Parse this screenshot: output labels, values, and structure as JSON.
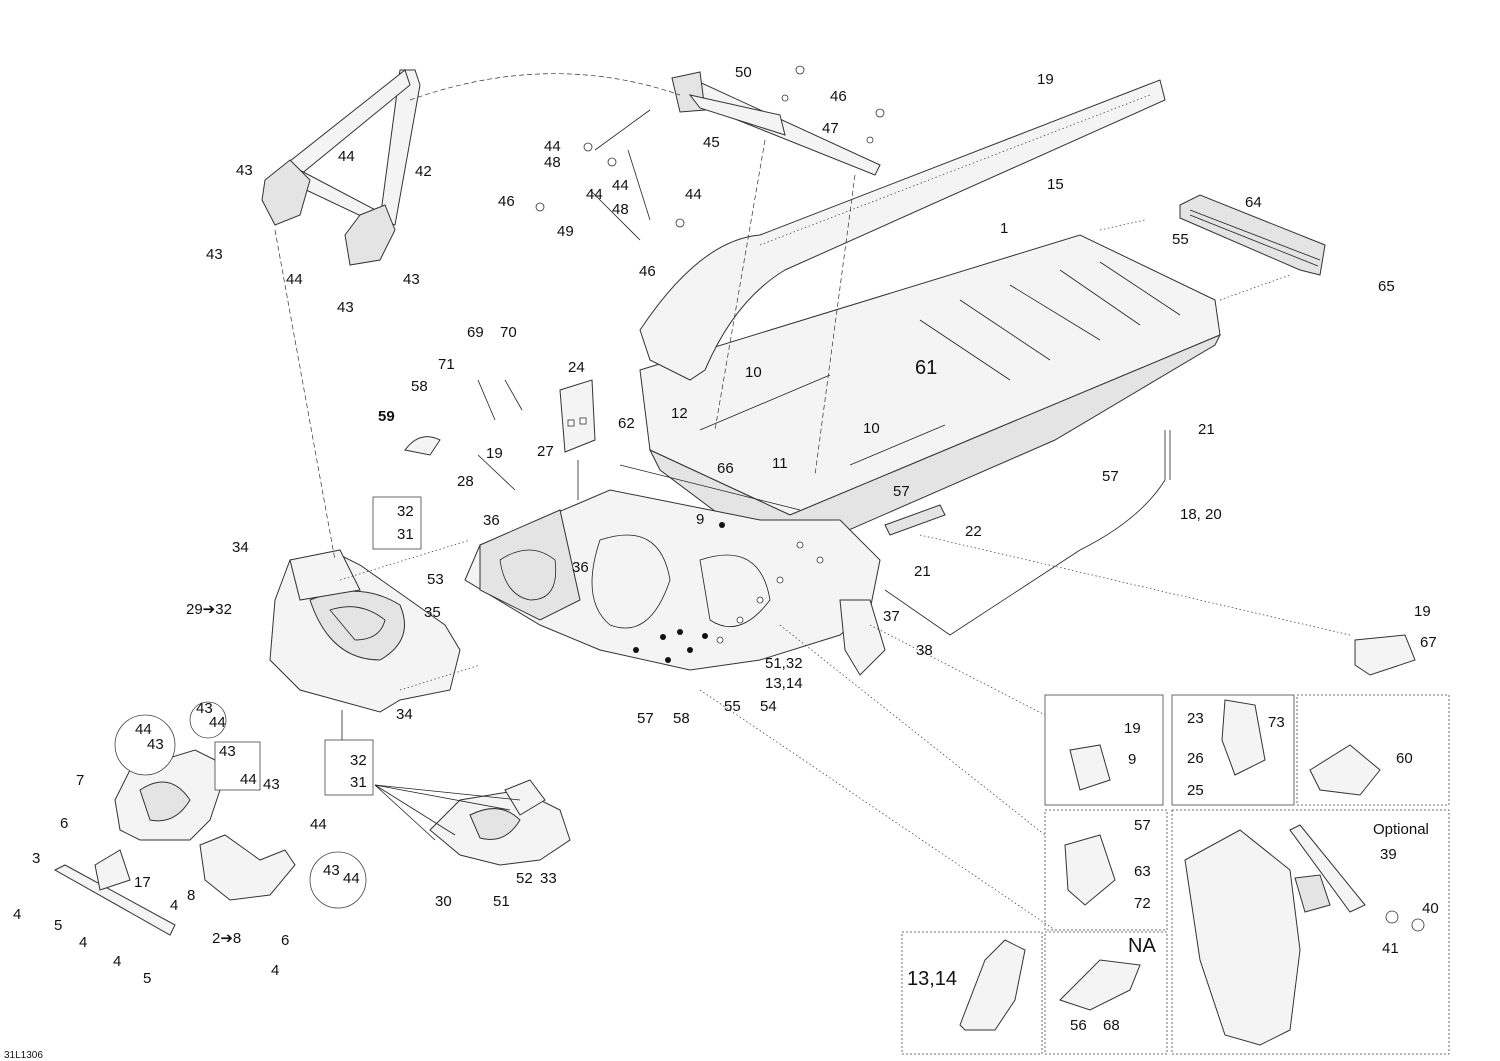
{
  "diagram": {
    "ref_code": "31L1306",
    "optional_label": "Optional",
    "na_label": "NA",
    "labels": {
      "n1": "1",
      "n2to8": "2➔8",
      "n3": "3",
      "n4": "4",
      "n5": "5",
      "n6": "6",
      "n7": "7",
      "n8": "8",
      "n9": "9",
      "n10": "10",
      "n11": "11",
      "n12": "12",
      "n13_14": "13,14",
      "n13_14b": "13, 14",
      "n15": "15",
      "n17": "17",
      "n18_20": "18, 20",
      "n19": "19",
      "n21": "21",
      "n22": "22",
      "n23": "23",
      "n24": "24",
      "n25": "25",
      "n26": "26",
      "n27": "27",
      "n28": "28",
      "n29to32": "29➔32",
      "n30": "30",
      "n31": "31",
      "n32": "32",
      "n33": "33",
      "n34": "34",
      "n35": "35",
      "n36": "36",
      "n37": "37",
      "n38": "38",
      "n39": "39",
      "n40": "40",
      "n41": "41",
      "n42": "42",
      "n43": "43",
      "n44": "44",
      "n45": "45",
      "n46": "46",
      "n47": "47",
      "n48": "48",
      "n49": "49",
      "n50": "50",
      "n51": "51",
      "n51_32": "51,32",
      "n52": "52",
      "n53": "53",
      "n54": "54",
      "n55": "55",
      "n56": "56",
      "n57": "57",
      "n58": "58",
      "n59": "59",
      "n60": "60",
      "n61": "61",
      "n62": "62",
      "n63": "63",
      "n64": "64",
      "n65": "65",
      "n66": "66",
      "n67": "67",
      "n68": "68",
      "n69": "69",
      "n70": "70",
      "n71": "71",
      "n72": "72",
      "n73": "73"
    }
  }
}
